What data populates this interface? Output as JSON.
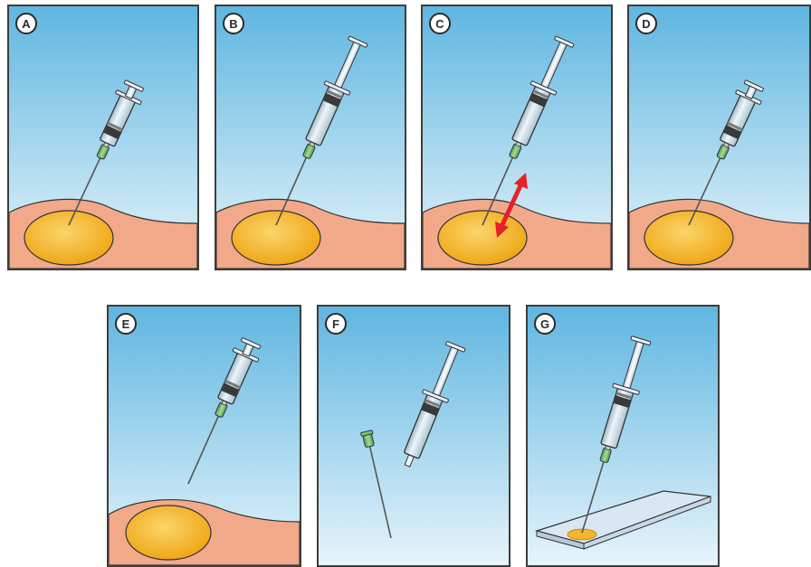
{
  "panels": [
    {
      "id": "A",
      "label": "A"
    },
    {
      "id": "B",
      "label": "B"
    },
    {
      "id": "C",
      "label": "C"
    },
    {
      "id": "D",
      "label": "D"
    },
    {
      "id": "E",
      "label": "E"
    },
    {
      "id": "F",
      "label": "F"
    },
    {
      "id": "G",
      "label": "G"
    }
  ],
  "colors": {
    "sky_top": "#5fb6e0",
    "sky_bottom": "#e6f4fb",
    "skin": "#f2a98a",
    "lesion": "#f6b52a",
    "lesion_light": "#fbd56a",
    "needle_hub": "#7cc36c",
    "barrel": "#cfe3ee",
    "arrow": "#e3222b",
    "slide": "#d9e6f3"
  }
}
